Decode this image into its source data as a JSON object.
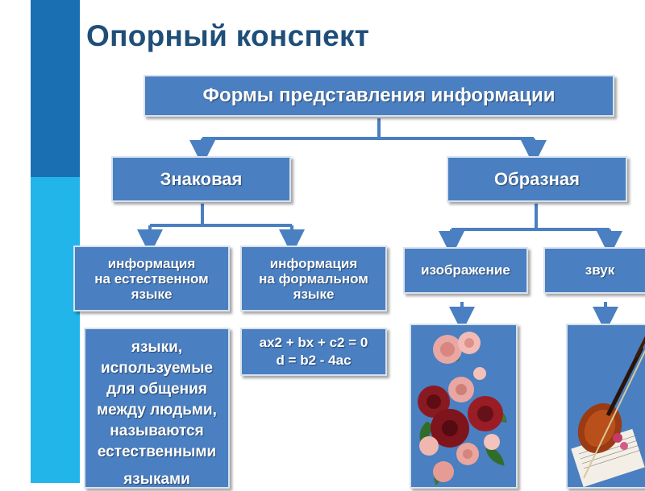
{
  "title": "Опорный конспект",
  "diagram": {
    "root": "Формы представления информации",
    "level1": {
      "left": "Знаковая",
      "right": "Образная"
    },
    "level2": {
      "natural": [
        "информация",
        "на естественном",
        "языке"
      ],
      "formal": [
        "информация",
        "на формальном",
        "языке"
      ],
      "image": "изображение",
      "sound": "звук"
    },
    "level3": {
      "natural_desc": [
        "языки,",
        "используемые",
        "для общения",
        "между людьми,",
        "называются",
        "естественными",
        "языками"
      ],
      "formula": [
        "ax2 + bx + c2 = 0",
        "d = b2 - 4ac"
      ]
    }
  },
  "colors": {
    "box": "#4a7fc1",
    "title": "#1f4e79",
    "sidebar_top": "#1a6fb3",
    "sidebar_bottom": "#22b5ea",
    "connector": "#4a7fc1"
  },
  "images": {
    "left": "flowers-illustration",
    "right": "violin-illustration"
  }
}
